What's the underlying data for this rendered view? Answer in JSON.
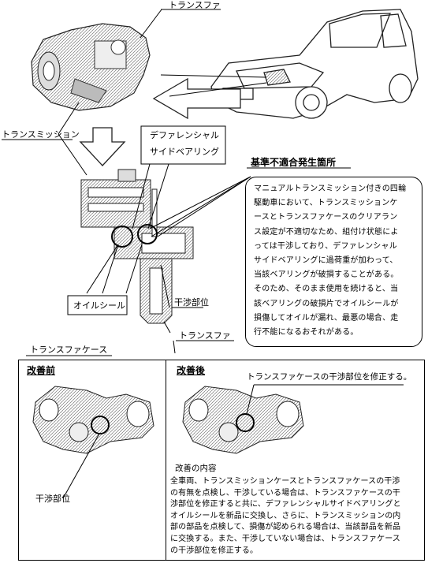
{
  "labels": {
    "transfer_top": "トランスファ",
    "transmission": "トランスミッション",
    "diff_bearing_line1": "デファレンシャル",
    "diff_bearing_line2": "サイドベアリング",
    "nonconformity_heading": "基準不適合発生箇所",
    "oil_seal": "オイルシール",
    "interference_part": "干渉部位",
    "transfer_bottom": "トランスファ",
    "transfer_case_heading": "トランスファケース"
  },
  "note": {
    "lines": [
      "マニュアルトランスミッション付きの四輪",
      "駆動車において、トランスミッションケ",
      "ースとトランスファケースのクリアラン",
      "ス設定が不適切なため、組付け状態によ",
      "っては干渉しており、デファレンシャル",
      "サイドベアリングに過荷重が加わって、",
      "当該ベアリングが破損することがある。",
      "そのため、そのまま使用を続けると、当",
      "該ベアリングの破損片でオイルシールが",
      "損傷してオイルが漏れ、最悪の場合、走",
      "行不能になるおそれがある。"
    ]
  },
  "before": {
    "heading": "改善前",
    "interference_label": "干渉部位"
  },
  "after": {
    "heading": "改善後",
    "callout": "トランスファケースの干渉部位を修正する。",
    "content_heading": "改善の内容",
    "description_lines": [
      "全車両、トランスミッションケースとトランスファケースの干渉",
      "の有無を点検し、干渉している場合は、トランスファケースの干",
      "渉部位を修正すると共に、デファレンシャルサイドベアリングと",
      "オイルシールを新品に交換し、さらに、トランスミッションの内",
      "部の部品を点検して、損傷が認められる場合は、当該部品を新品",
      "に交換する。また、干渉していない場合は、トランスファケース",
      "の干渉部位を修正する。"
    ]
  }
}
